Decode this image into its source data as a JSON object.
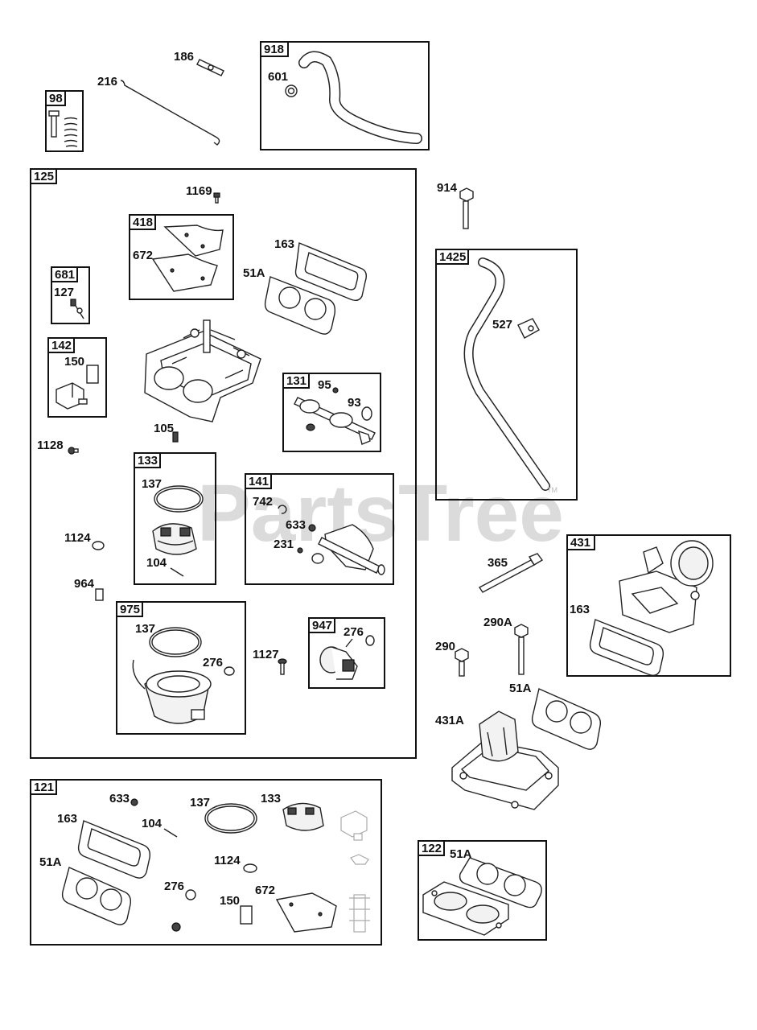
{
  "watermark": "PartsTree",
  "trademark": "TM",
  "groups": {
    "g98": "98",
    "g918": "918",
    "g125": "125",
    "g418": "418",
    "g681": "681",
    "g142": "142",
    "g131": "131",
    "g133": "133",
    "g141": "141",
    "g975": "975",
    "g947": "947",
    "g1425": "1425",
    "g431": "431",
    "g121": "121",
    "g122": "122"
  },
  "labels": {
    "p186": "186",
    "p216": "216",
    "p601": "601",
    "p1169": "1169",
    "p672": "672",
    "p163": "163",
    "p51A": "51A",
    "p127": "127",
    "p150": "150",
    "p95": "95",
    "p93": "93",
    "p105": "105",
    "p1128": "1128",
    "p137a": "137",
    "p104a": "104",
    "p742": "742",
    "p633a": "633",
    "p231": "231",
    "p1124a": "1124",
    "p964": "964",
    "p137b": "137",
    "p276a": "276",
    "p1127": "1127",
    "p276b": "276",
    "p914": "914",
    "p527": "527",
    "p365": "365",
    "p163b": "163",
    "p290A": "290A",
    "p290": "290",
    "p51Ab": "51A",
    "p431A": "431A",
    "p633b": "633",
    "p163c": "163",
    "p137c": "137",
    "p133": "133",
    "p104b": "104",
    "p51Ac": "51A",
    "p1124b": "1124",
    "p276c": "276",
    "p150b": "150",
    "p672b": "672",
    "p51Ad": "51A"
  }
}
